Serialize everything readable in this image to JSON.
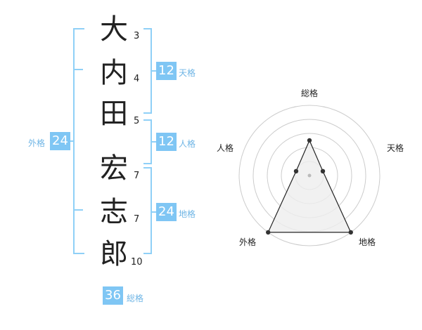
{
  "name": {
    "characters": [
      {
        "char": "大",
        "strokes": "3"
      },
      {
        "char": "内",
        "strokes": "4"
      },
      {
        "char": "田",
        "strokes": "5"
      },
      {
        "char": "宏",
        "strokes": "7"
      },
      {
        "char": "志",
        "strokes": "7"
      },
      {
        "char": "郎",
        "strokes": "10"
      }
    ]
  },
  "fortune": {
    "tenkaku": {
      "label": "天格",
      "value": "12"
    },
    "jinkaku": {
      "label": "人格",
      "value": "12"
    },
    "chikaku": {
      "label": "地格",
      "value": "24"
    },
    "gaikaku": {
      "label": "外格",
      "value": "24"
    },
    "soukaku": {
      "label": "総格",
      "value": "36"
    }
  },
  "radar": {
    "labels": {
      "top": "総格",
      "right": "天格",
      "bottom_right": "地格",
      "bottom_left": "外格",
      "left": "人格"
    },
    "rings": 5,
    "values": {
      "total": 2.5,
      "heaven": 1,
      "earth": 5,
      "outer": 5,
      "person": 1
    },
    "fill_color": "#eeeeee",
    "line_color": "#222222",
    "ring_color": "#cccccc"
  },
  "colors": {
    "accent": "#7fc6f4",
    "accent_text": "#6fb5e5"
  }
}
